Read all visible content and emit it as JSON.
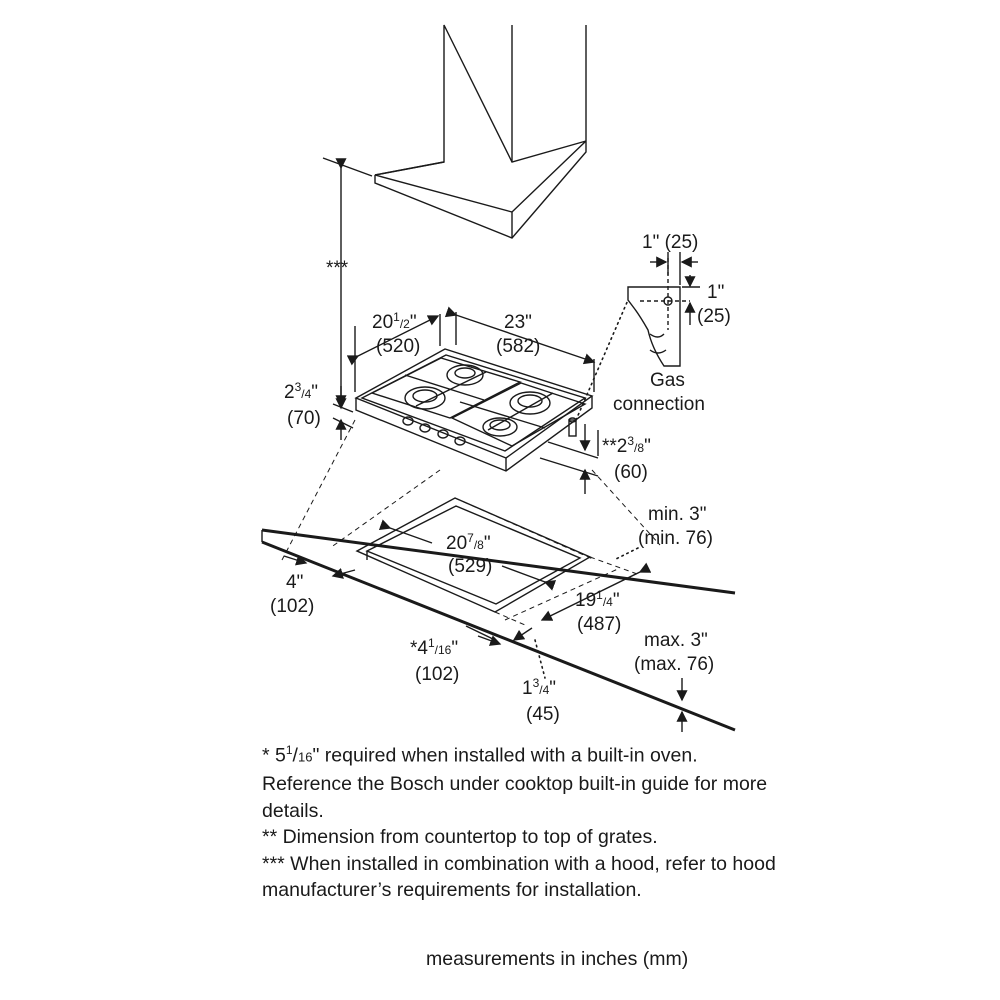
{
  "labels": {
    "hood_clearance": "***",
    "width_depth": {
      "in_whole": "20",
      "in_frac": "1",
      "in_den": "2",
      "in_suffix": "\"",
      "mm": "(520)"
    },
    "width": {
      "in": "23\"",
      "mm": "(582)"
    },
    "height": {
      "in_whole": "2",
      "in_frac": "3",
      "in_den": "4",
      "in_suffix": "\"",
      "mm": "(70)"
    },
    "grate_height": {
      "prefix": "**2",
      "in_frac": "3",
      "in_den": "8",
      "in_suffix": "\"",
      "mm": "(60)"
    },
    "gas_offset_h": {
      "text": "1\" (25)"
    },
    "gas_offset_v": {
      "in": "1\"",
      "mm": "(25)"
    },
    "gas_connection": {
      "line1": "Gas",
      "line2": "connection"
    },
    "cutout_width": {
      "in_whole": "20",
      "in_frac": "7",
      "in_den": "8",
      "in_suffix": "\"",
      "mm": "(529)"
    },
    "cutout_depth": {
      "in_whole": "19",
      "in_frac": "1",
      "in_den": "4",
      "in_suffix": "\"",
      "mm": "(487)"
    },
    "front_edge": {
      "in": "4\"",
      "mm": "(102)"
    },
    "side_clearance": {
      "prefix": "*4",
      "in_frac": "1",
      "in_den": "16",
      "in_suffix": "\"",
      "mm": "(102)"
    },
    "back_clearance": {
      "in_whole": "1",
      "in_frac": "3",
      "in_den": "4",
      "in_suffix": "\"",
      "mm": "(45)"
    },
    "min_rear": {
      "in": "min. 3\"",
      "mm": "(min. 76)"
    },
    "max_thickness": {
      "in": "max. 3\"",
      "mm": "(max. 76)"
    }
  },
  "notes": {
    "note1_pre": "* 5",
    "note1_frac": "1",
    "note1_den": "16",
    "note1_post": "\" required when installed with a built-in oven. Reference the Bosch under cooktop built-in guide for more details.",
    "note2": "** Dimension from countertop to top of grates.",
    "note3": "*** When installed in combination with a hood, refer to hood manufacturer’s requirements for installation."
  },
  "footer": "measurements in inches (mm)"
}
